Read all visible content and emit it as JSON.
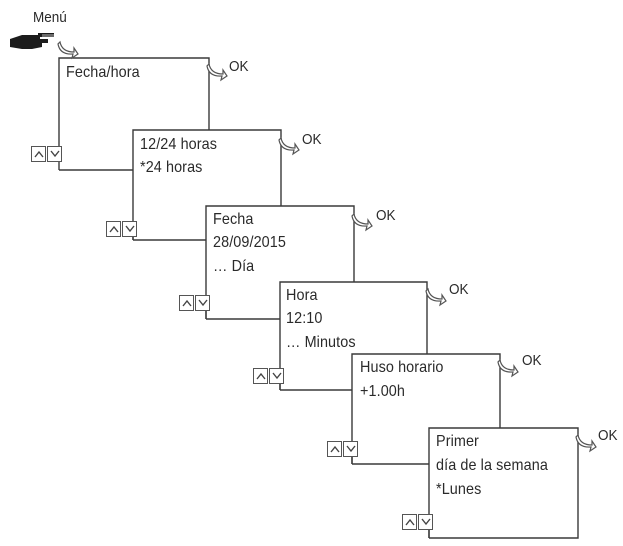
{
  "menu": {
    "label": "Menú"
  },
  "ok_label": "OK",
  "steps": [
    {
      "lines": [
        "Fecha/hora"
      ]
    },
    {
      "lines": [
        "12/24 horas",
        "*24 horas"
      ]
    },
    {
      "lines": [
        "Fecha",
        "28/09/2015",
        "… Día"
      ]
    },
    {
      "lines": [
        "Hora",
        "12:10",
        "… Minutos"
      ]
    },
    {
      "lines": [
        "Huso horario",
        "+1.00h"
      ]
    },
    {
      "lines": [
        "Primer",
        "día de la semana",
        "*Lunes"
      ]
    }
  ],
  "icons": {
    "hand": "pointing-hand-icon",
    "enter": "curved-arrow-icon",
    "up": "up-arrow-icon",
    "down": "down-arrow-icon"
  }
}
